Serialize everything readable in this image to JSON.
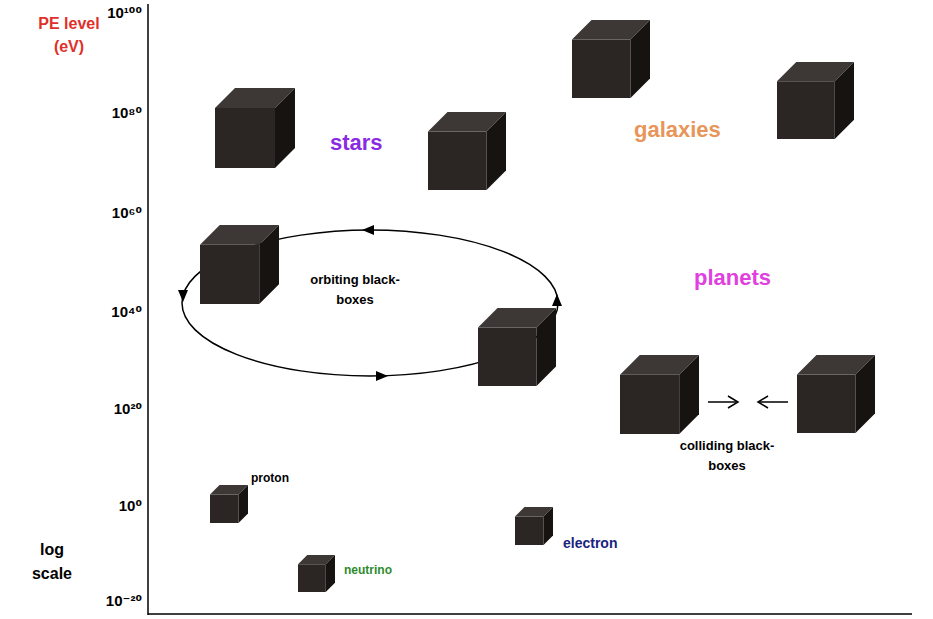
{
  "diagram": {
    "labels": [
      "PE level (eV)",
      "10¹⁰⁰",
      "10⁸⁰",
      "10⁶⁰",
      "10⁴⁰",
      "10²⁰",
      "10⁰",
      "10⁻²⁰",
      "log scale",
      "stars",
      "galaxies",
      "orbiting black-boxes",
      "planets",
      "colliding black-boxes",
      "proton",
      "electron",
      "neutrino"
    ]
  }
}
